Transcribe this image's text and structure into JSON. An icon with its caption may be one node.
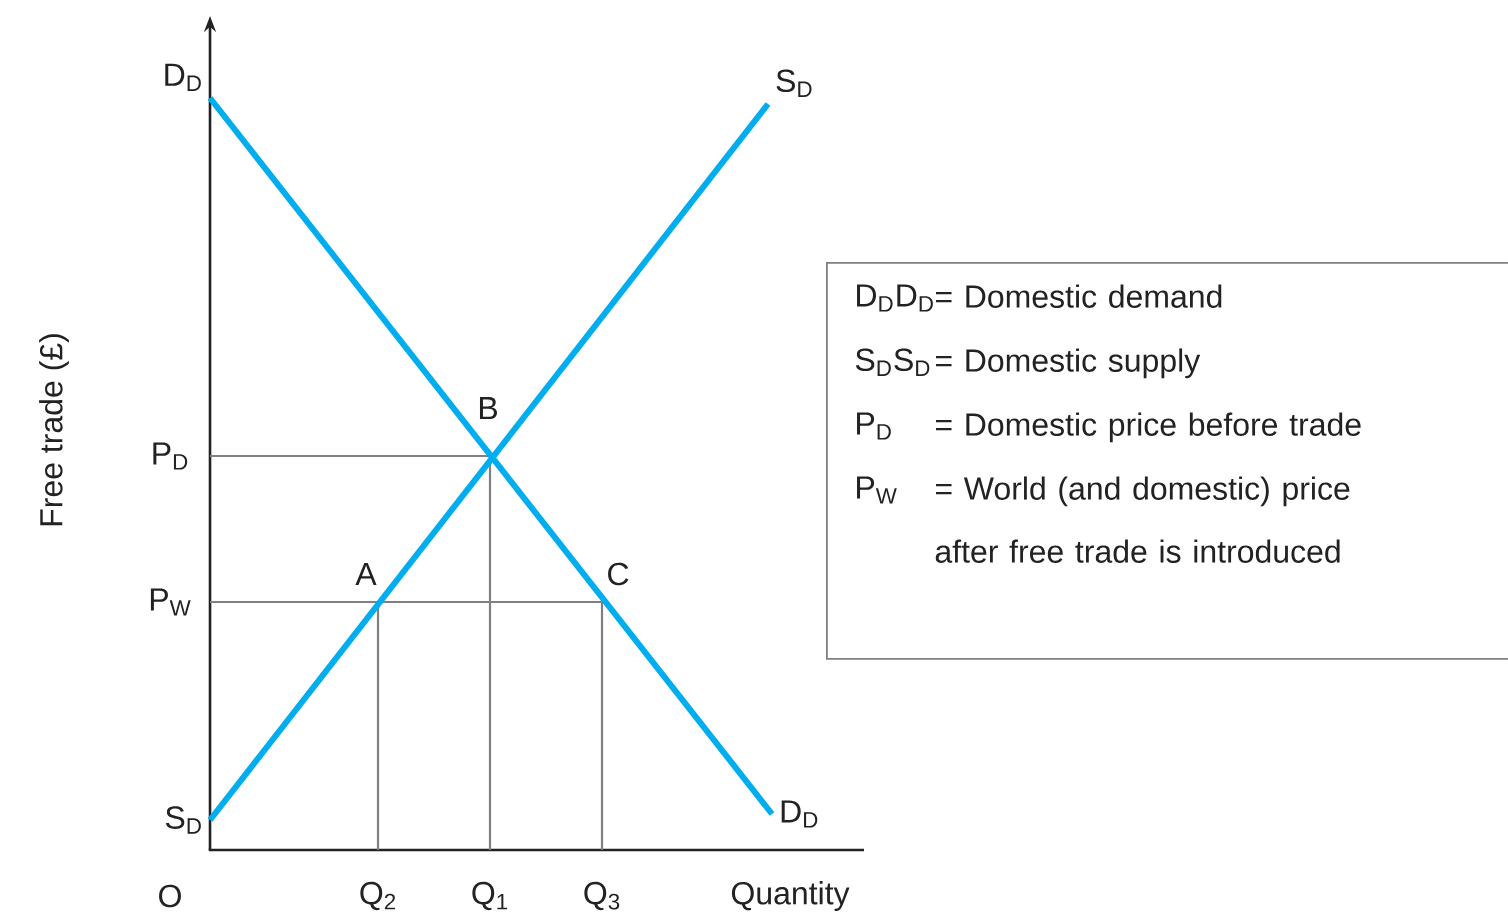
{
  "diagram": {
    "nodes": [
      {
        "text": [
          "D$_{D}$"
        ]
      },
      {
        "text": [
          "D$_{D}$"
        ]
      },
      {
        "text": [
          "S$_{D}$"
        ]
      },
      {
        "text": [
          "S$_{D}$"
        ]
      },
      {
        "text": [
          "D$_{D}$D$_{D}$",
          "= Domestic demand",
          "S$_{D}$S$_{D}$",
          "= Domestic supply",
          "P$_{D}$",
          "= Domestic price before trade",
          "P$_{W}$",
          "= World (and domestic) price after free trade is introduced"
        ]
      }
    ],
    "edges": [
      {
        "from": 0,
        "to": 1,
        "arrow": "none"
      },
      {
        "from": 2,
        "to": 3,
        "arrow": "none"
      }
    ],
    "labels": [
      "Free trade (£)",
      "B",
      "P$_{D}$",
      "A",
      "C",
      "P$_{W}$",
      "O",
      "Q$_{2}$",
      "Q$_{1}$",
      "Q$_{3}$",
      "Quantity"
    ]
  }
}
